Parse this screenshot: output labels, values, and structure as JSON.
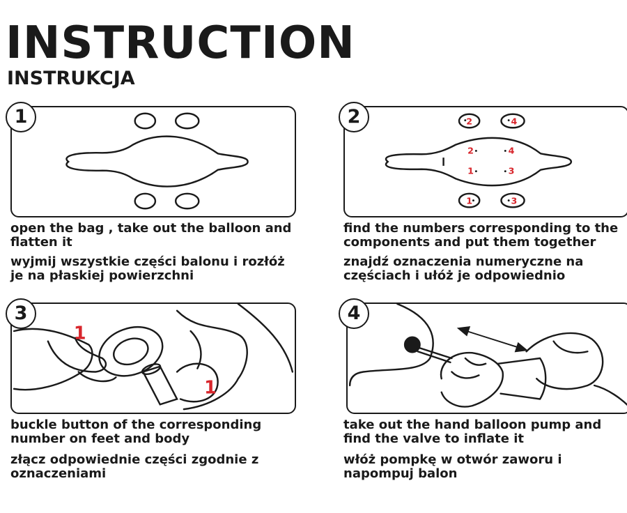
{
  "header": {
    "title": "INSTRUCTION",
    "subtitle": "INSTRUKCJA"
  },
  "colors": {
    "ink": "#1a1a1a",
    "accent_red": "#d8262c"
  },
  "steps": [
    {
      "number": "1",
      "caption_en": "open the bag , take out the balloon and flatten it",
      "caption_pl": "wyjmij wszystkie części balonu i rozłóż je na płaskiej powierzchni"
    },
    {
      "number": "2",
      "caption_en": "find the numbers corresponding to the components and put them together",
      "caption_pl": "znajdź oznaczenia numeryczne na częściach i ułóż je odpowiednio",
      "labels": [
        "2",
        "4",
        "2",
        "4",
        "1",
        "3",
        "1",
        "3"
      ]
    },
    {
      "number": "3",
      "caption_en": "buckle button of the corresponding number on feet and body",
      "caption_pl": "złącz odpowiednie części zgodnie z oznaczeniami",
      "labels": [
        "1",
        "1"
      ]
    },
    {
      "number": "4",
      "caption_en": "take out the hand balloon pump and find the valve to inflate it",
      "caption_pl": "włóż pompkę w otwór zaworu i napompuj balon"
    }
  ]
}
